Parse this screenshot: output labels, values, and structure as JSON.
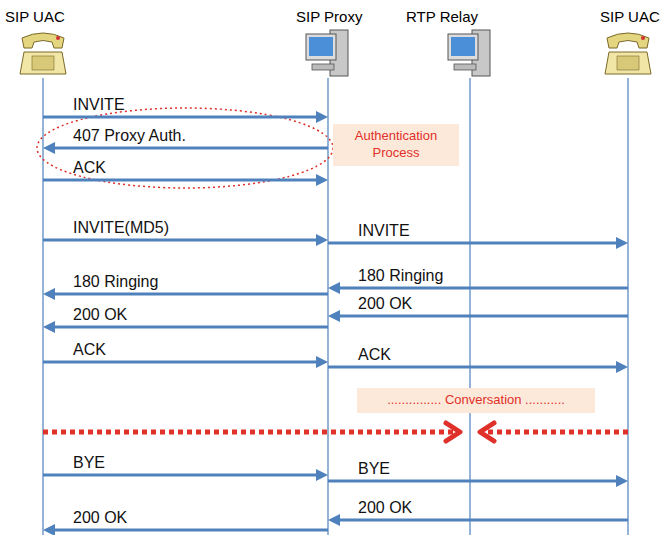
{
  "diagram": {
    "nodes": [
      {
        "text": [
          "SIP UAC"
        ]
      },
      {
        "text": [
          "SIP Proxy"
        ]
      },
      {
        "text": [
          "RTP Relay"
        ]
      },
      {
        "text": [
          "SIP UAC"
        ]
      },
      {
        "text": [
          "Authentication Process"
        ]
      },
      {
        "text": [
          "............... Conversation ..........."
        ]
      }
    ],
    "edges": [
      {
        "from": 0,
        "to": 1,
        "arrow": "to",
        "label": "INVITE"
      },
      {
        "from": 1,
        "to": 0,
        "arrow": "to",
        "label": "407 Proxy Auth."
      },
      {
        "from": 0,
        "to": 1,
        "arrow": "to",
        "label": "ACK"
      },
      {
        "from": 0,
        "to": 1,
        "arrow": "to",
        "label": "INVITE(MD5)"
      },
      {
        "from": 1,
        "to": 3,
        "arrow": "to",
        "label": "INVITE"
      },
      {
        "from": 3,
        "to": 1,
        "arrow": "to",
        "label": "180 Ringing"
      },
      {
        "from": 1,
        "to": 0,
        "arrow": "to",
        "label": "180 Ringing"
      },
      {
        "from": 3,
        "to": 1,
        "arrow": "to",
        "label": "200 OK"
      },
      {
        "from": 1,
        "to": 0,
        "arrow": "to",
        "label": "200 OK"
      },
      {
        "from": 0,
        "to": 1,
        "arrow": "to",
        "label": "ACK"
      },
      {
        "from": 1,
        "to": 3,
        "arrow": "to",
        "label": "ACK"
      },
      {
        "from": 0,
        "to": 2,
        "arrow": "to"
      },
      {
        "from": 3,
        "to": 2,
        "arrow": "to"
      },
      {
        "from": 0,
        "to": 1,
        "arrow": "to",
        "label": "BYE"
      },
      {
        "from": 1,
        "to": 3,
        "arrow": "to",
        "label": "BYE"
      },
      {
        "from": 3,
        "to": 1,
        "arrow": "to",
        "label": "200 OK"
      },
      {
        "from": 1,
        "to": 0,
        "arrow": "to",
        "label": "200 OK"
      }
    ]
  }
}
